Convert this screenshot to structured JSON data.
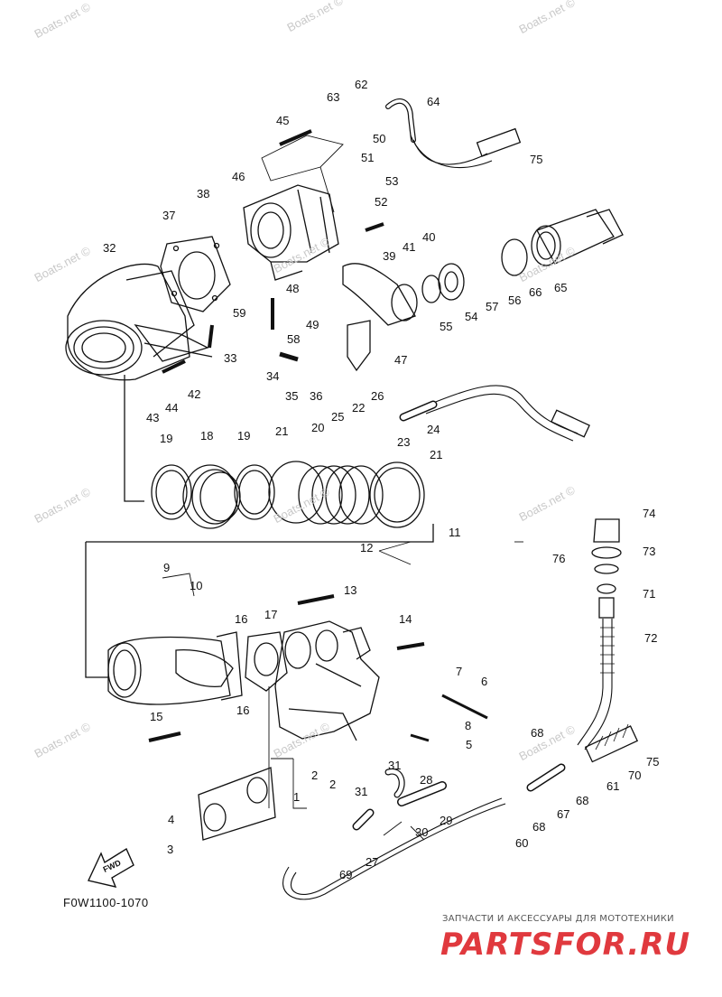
{
  "diagram": {
    "drawing_code": "F0W1100-1070",
    "fwd_label": "FWD",
    "watermark": "Boats.net ©",
    "shop": {
      "tagline": "ЗАПЧАСТИ И АКСЕССУАРЫ ДЛЯ МОТОТЕХНИКИ",
      "logo": "PARTSFOR.RU"
    },
    "part_numbers": [
      "1",
      "2",
      "2",
      "3",
      "4",
      "5",
      "6",
      "7",
      "8",
      "9",
      "10",
      "11",
      "12",
      "13",
      "14",
      "15",
      "16",
      "16",
      "17",
      "18",
      "19",
      "19",
      "20",
      "21",
      "21",
      "22",
      "23",
      "24",
      "25",
      "26",
      "27",
      "28",
      "29",
      "30",
      "31",
      "31",
      "32",
      "33",
      "34",
      "35",
      "36",
      "37",
      "38",
      "39",
      "40",
      "41",
      "42",
      "43",
      "44",
      "45",
      "46",
      "47",
      "48",
      "49",
      "50",
      "51",
      "52",
      "53",
      "54",
      "55",
      "56",
      "57",
      "58",
      "59",
      "60",
      "61",
      "62",
      "63",
      "64",
      "65",
      "66",
      "67",
      "68",
      "68",
      "68",
      "69",
      "70",
      "71",
      "72",
      "73",
      "74",
      "75",
      "75",
      "76"
    ]
  },
  "colors": {
    "line": "#111111",
    "watermark": "#c9c9c9",
    "shop_red": "#e0393e"
  }
}
